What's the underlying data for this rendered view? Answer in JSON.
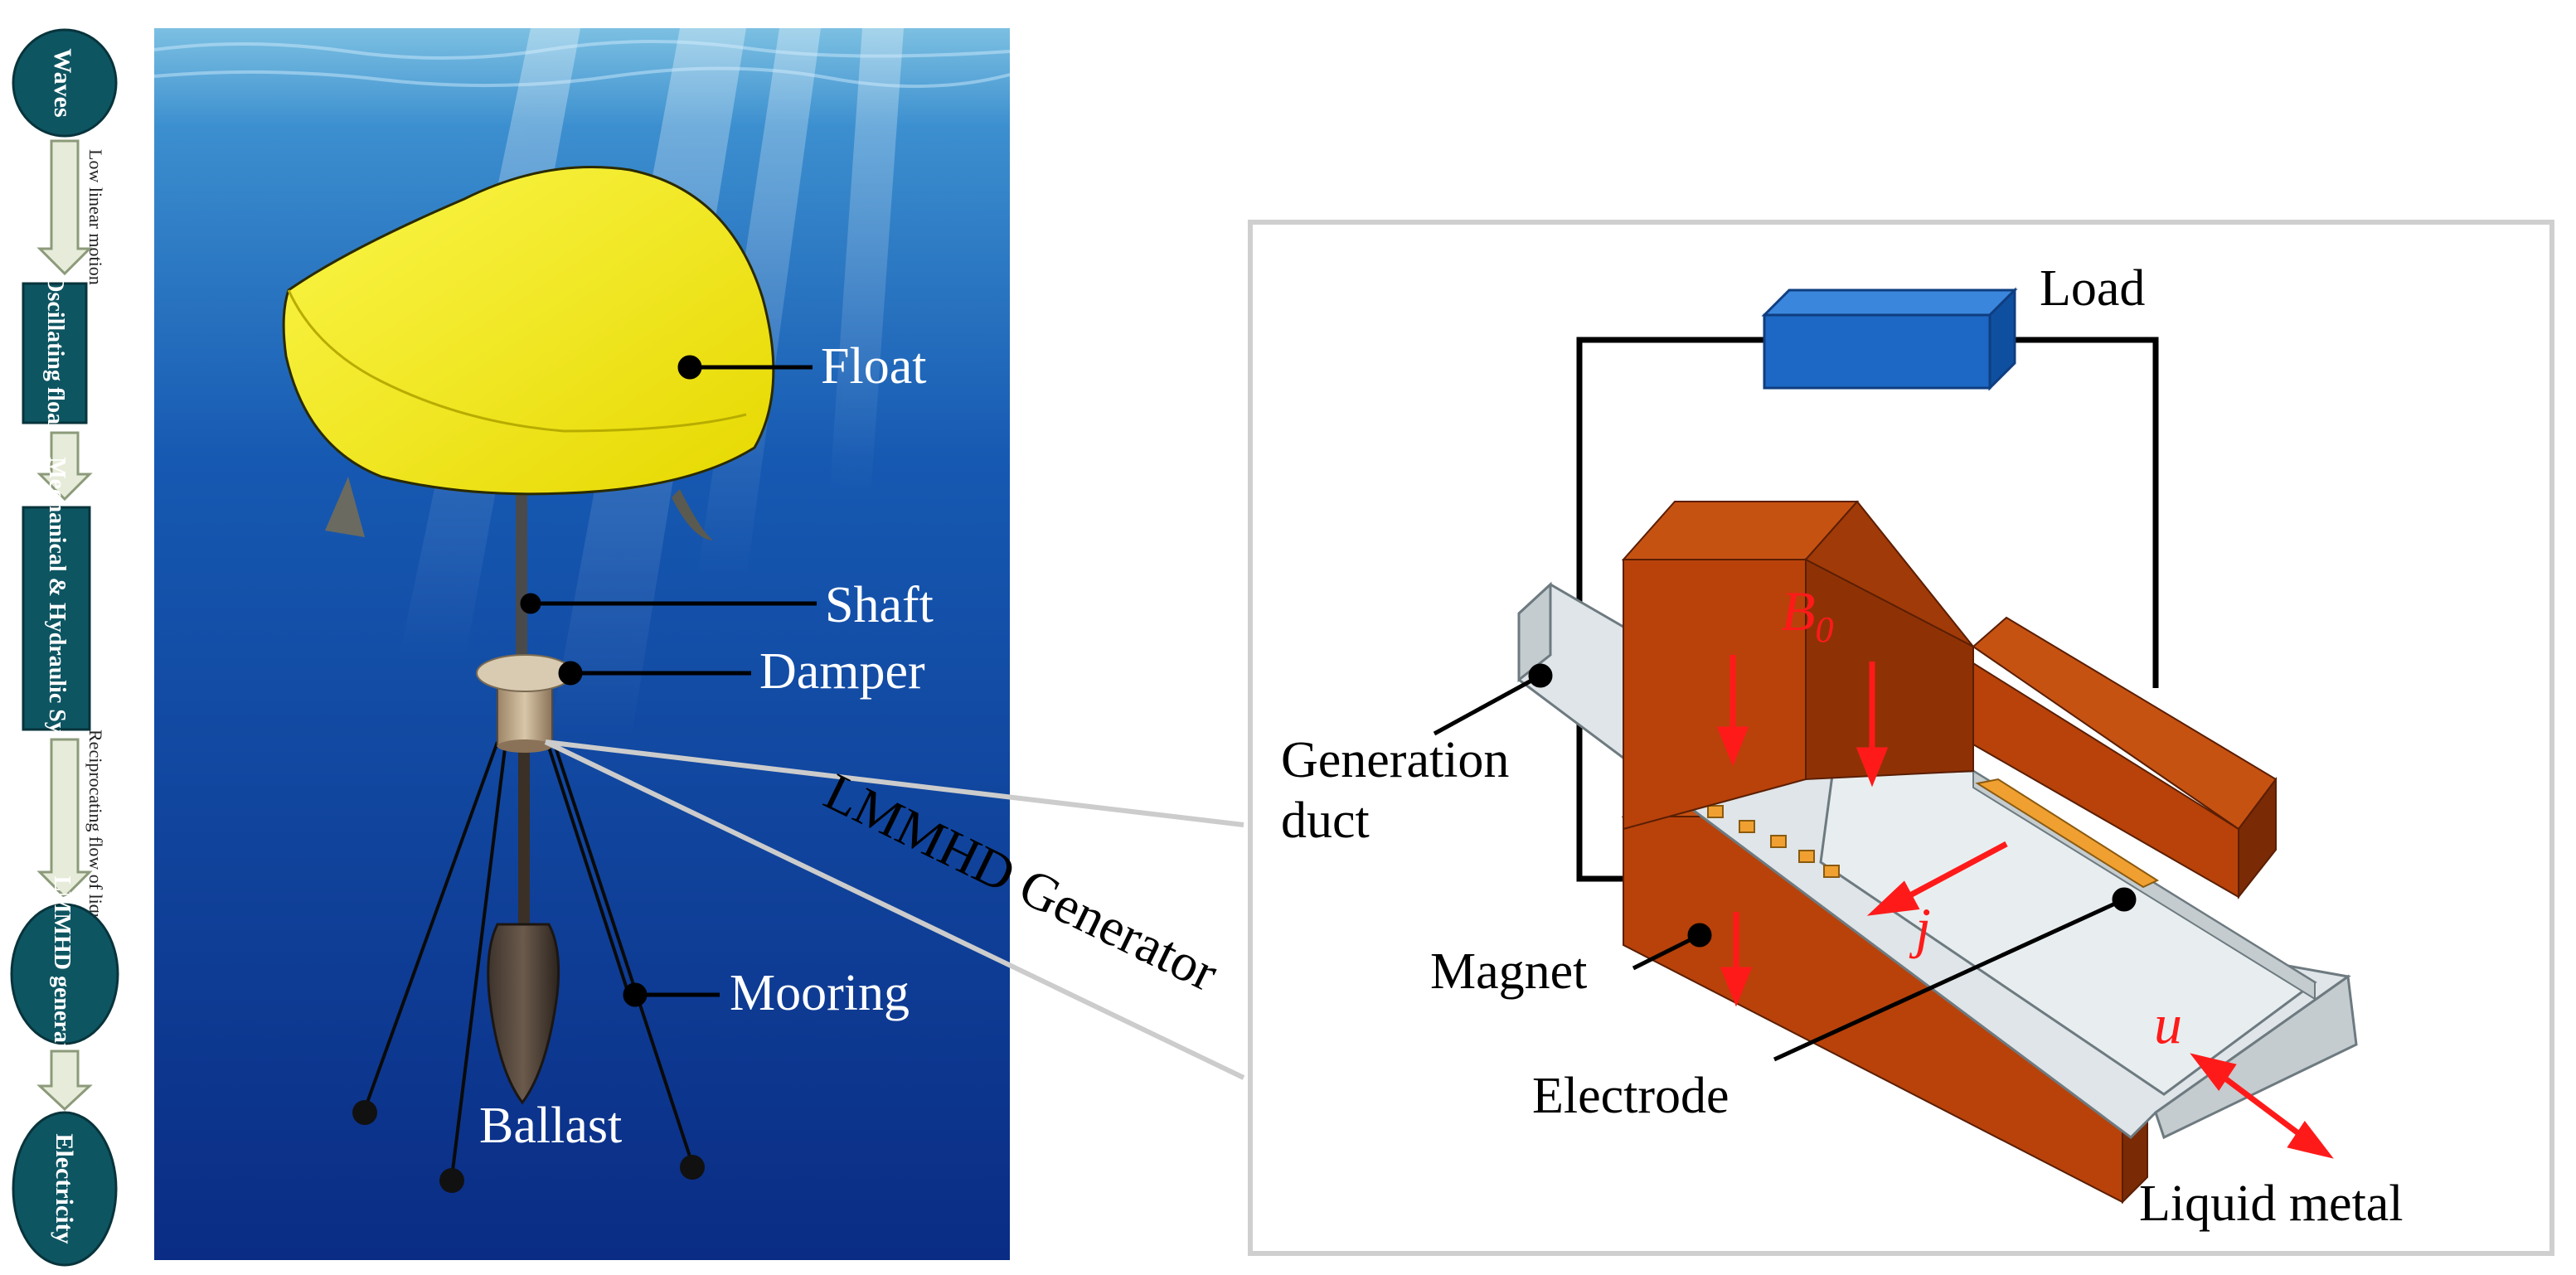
{
  "flowchart": {
    "nodes": [
      {
        "id": "waves",
        "label": "Waves",
        "shape": "ellipse"
      },
      {
        "id": "float_node",
        "label": "Oscillating float",
        "shape": "rect"
      },
      {
        "id": "mech",
        "label": "Mechanical & Hydraulic System",
        "shape": "rect"
      },
      {
        "id": "lmmhd",
        "label": "LMMHD generator",
        "shape": "ellipse"
      },
      {
        "id": "elec",
        "label": "Electricity",
        "shape": "ellipse"
      }
    ],
    "edge_labels": {
      "low_linear_motion": "Low linear motion",
      "reciprocating_flow": "Reciprocating flow of liquid metal"
    },
    "colors": {
      "node_fill": "#0e5562",
      "arrow_fill": "#e6ecd9",
      "arrow_stroke": "#8c9a7a"
    }
  },
  "buoy": {
    "labels": {
      "float": "Float",
      "shaft": "Shaft",
      "damper": "Damper",
      "mooring": "Mooring",
      "ballast": "Ballast"
    },
    "colors": {
      "sea_top": "#6fb6dc",
      "sea_bottom": "#0a2f86",
      "float": "#f4ec14"
    }
  },
  "callout": {
    "label": "LMMHD Generator"
  },
  "generator": {
    "labels": {
      "load": "Load",
      "generation_duct_line1": "Generation",
      "generation_duct_line2": "duct",
      "magnet": "Magnet",
      "electrode": "Electrode",
      "liquid_metal": "Liquid metal",
      "field": "B",
      "field_subscript": "0",
      "current": "j",
      "velocity": "u"
    },
    "colors": {
      "magnet": "#b8420a",
      "magnet_dark": "#7a2a05",
      "duct": "#dfe5e8",
      "load": "#1c68c4",
      "electrode": "#f0a030",
      "vector": "#ff1a1a"
    }
  }
}
